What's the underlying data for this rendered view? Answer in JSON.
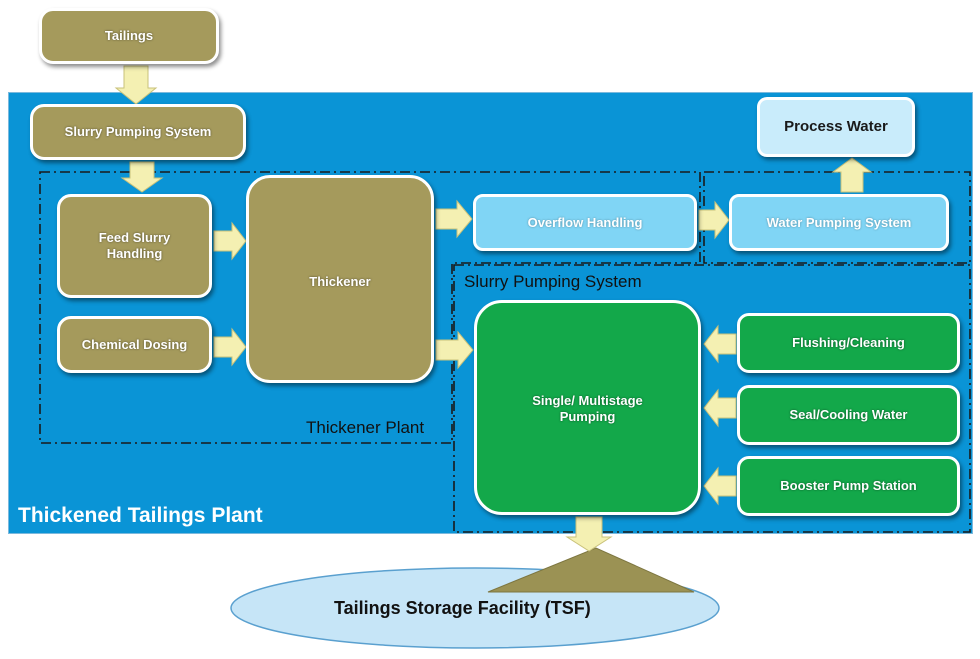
{
  "colors": {
    "plant_background": "#0a94d6",
    "olive_box": "#a59a5c",
    "light_blue_box": "#80d5f5",
    "process_water_box": "#c9ecfb",
    "green_box": "#13a84a",
    "arrow_fill": "#f4f0b2",
    "tsf_ellipse": "#c6e5f7",
    "tsf_mound": "#9b9254"
  },
  "regions": {
    "thickened_tailings_plant": "Thickened Tailings Plant",
    "thickener_plant": "Thickener Plant",
    "slurry_pumping_system": "Slurry Pumping System"
  },
  "nodes": {
    "tailings": "Tailings",
    "slurry_pumping_system": "Slurry Pumping System",
    "feed_slurry_handling": "Feed Slurry\nHandling",
    "chemical_dosing": "Chemical Dosing",
    "thickener": "Thickener",
    "overflow_handling": "Overflow Handling",
    "water_pumping_system": "Water Pumping System",
    "process_water": "Process Water",
    "single_multistage_pumping": "Single/ Multistage\nPumping",
    "flushing_cleaning": "Flushing/Cleaning",
    "seal_cooling_water": "Seal/Cooling Water",
    "booster_pump_station": "Booster Pump Station",
    "tsf": "Tailings Storage Facility (TSF)"
  },
  "edges": [
    {
      "from": "Tailings",
      "to": "Slurry Pumping System",
      "direction": "down"
    },
    {
      "from": "Slurry Pumping System",
      "to": "Feed Slurry Handling",
      "direction": "down"
    },
    {
      "from": "Feed Slurry Handling",
      "to": "Thickener",
      "direction": "right"
    },
    {
      "from": "Chemical Dosing",
      "to": "Thickener",
      "direction": "right"
    },
    {
      "from": "Thickener",
      "to": "Overflow Handling",
      "direction": "right"
    },
    {
      "from": "Overflow Handling",
      "to": "Water Pumping System",
      "direction": "right"
    },
    {
      "from": "Water Pumping System",
      "to": "Process Water",
      "direction": "up"
    },
    {
      "from": "Thickener",
      "to": "Single/ Multistage Pumping",
      "direction": "right"
    },
    {
      "from": "Flushing/Cleaning",
      "to": "Single/ Multistage Pumping",
      "direction": "left"
    },
    {
      "from": "Seal/Cooling Water",
      "to": "Single/ Multistage Pumping",
      "direction": "left"
    },
    {
      "from": "Booster Pump Station",
      "to": "Single/ Multistage Pumping",
      "direction": "left"
    },
    {
      "from": "Single/ Multistage Pumping",
      "to": "Tailings Storage Facility (TSF)",
      "direction": "down"
    }
  ]
}
